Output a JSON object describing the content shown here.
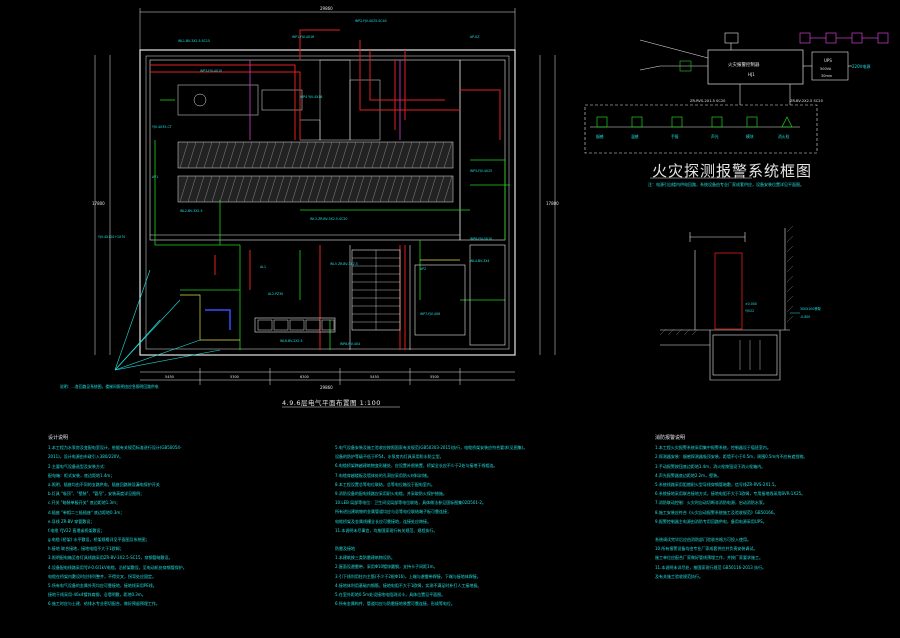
{
  "drawing": {
    "plan_title": "4.9.6层电气平面布置图 1:100",
    "fire_system_title": "火灾探测报警系统框图",
    "fire_system_note": "注：电源引自楼内供电回路，系统设备由专业厂家成套供应，设备安装位置详见平面图。",
    "top_dimension": "29860",
    "bottom_dimension": "29860",
    "left_dimension": "17800",
    "right_dimension": "17800",
    "bottom_segments": [
      "5450",
      "5300",
      "6300",
      "5450",
      "5500"
    ],
    "controller_label": "火灾报警控制器",
    "controller_sub": "HJ1",
    "ups_label": "UPS",
    "ups_sub": "500VA",
    "ups_time": "30min",
    "power_label": "220V电源",
    "fire_bus_label": "ZR-RVS-2X1.5 SC20",
    "fire_bus_label2": "ZR-BV-2X2.5 SC20",
    "device_labels": [
      "烟感",
      "温感",
      "手报",
      "声光",
      "模块",
      "消火栓"
    ],
    "legend_annotation": "说明：...各回路见系统图，楼梯间照明由应急照明回路供电"
  },
  "notes": {
    "col1_title": "设计说明",
    "col1": [
      "1.本工程为水泵房及变配电室设计，依据有关规范标准进行设计(GB50054-",
      "  2011)，设计电源由市政引入380/220V。",
      "2.主要电气设备选型及安装方式：",
      "  配电箱：柜式安装，底边距地1.4m；",
      "  a.照明、插座均由不同的支路供电，插座回路装设漏电保护开关",
      "  b.灯具 \"吸顶\"、\"壁装\"、\"管吊\"，安装高度详见图例；",
      "  c.开关 \"暗装单极开关\" 底边距地1.3m；",
      "  d.插座 \"单相二三极插座\" 底边距地0.3m；",
      "  e.导线 ZR-BV 穿管敷设；",
      "  f.电缆 YJV22 直埋或桥架敷设；",
      "  g.电缆 (桥架) 水平敷设，桥架规格详见平面图及系统图；",
      "  h.接地 联合接地，接地电阻不大于1欧姆；",
      "3.照明配电箱至各灯具线路采用ZR-BV-3X2.5-SC15，穿钢管暗敷设。",
      "4.设备配电线路采用YJV-0.6/1kV电缆，沿桥架敷设，至电动机处穿钢管保护。",
      "  电缆在桥架内敷设时应排列整齐，不得交叉，拐弯处应固定。",
      "5.所有电气设备的金属外壳均应可靠接地，接地线采用PE线。",
      "  接地干线采用-40x4镀锌扁钢，沿墙明敷，距地0.3m。",
      "6.施工时应与土建、给排水专业密切配合，做好预留预埋工作。"
    ],
    "col2": [
      "5.电气设备安装及施工验收应按照国家有关规范(GB50303-2015)执行，电缆桥架安装应符合要求(见图集)。",
      "  设备的防护等级不低于IP54，水泵房内灯具采用防水防尘型。",
      "6.电缆桥架跨越建筑物变形缝处，应设置补偿装置，桥架全长应不少于2处与接地干线相连。",
      "7.电缆穿越楼板及墙体处的孔洞应采用防火材料封堵。",
      "8.本工程设置总等电位联结，总等电位箱设于配电室内。",
      "9.消防设备的配电线路应采用耐火电缆，并采取防火保护措施。",
      "10.LEB 局部等电位：卫生间设局部等电位联结，具体做法参见国标图集02D501-2。",
      "  所有进出建筑物的金属管道均应与总等电位联结端子板可靠连接；",
      "  电缆桥架及金属线槽全长应可靠接地，连接处应跨接。",
      "11.本说明未尽事宜，均按国家现行有关规范、规程执行。",
      "",
      "防雷及接地",
      "1.本建筑按三类防雷建筑物设防。",
      "2.屋面设避雷带，采用Φ10镀锌圆钢，支持卡子间距1m。",
      "3.引下线利用柱内主筋(不少于2根Φ16)，上端与避雷带焊接，下端与接地体焊接。",
      "4.接地体利用基础内钢筋，接地电阻不大于1欧姆，实测不满足时补打人工接地极。",
      "5.在室外距地0.5m处设接地电阻测试卡，具体位置见平面图。",
      "6.所有金属构件、管道均应与防雷接地装置可靠连接，形成等电位。"
    ],
    "col3_title": "消防报警说明",
    "col3": [
      "1.本工程火灾报警系统采用集中报警系统，控制器设于值班室内。",
      "2.探测器安装：烟感探测器吸顶安装，距墙不小于0.5m，周围0.5m内不应有遮挡物。",
      "3.手动报警按钮底边距地1.4m，消火栓按钮设于消火栓箱内。",
      "4.声光报警器底边距地2.2m，壁装。",
      "5.系统线路采用阻燃耐火型导线穿钢管暗敷，信号线ZR-RVS-2X1.5。",
      "6.系统接地采用联合接地方式，接地电阻不大于1欧姆，专用接地线采用BVR-1X25。",
      "7.消防联动控制：火灾时自动切断非消防电源，启动消防水泵。",
      "8.施工安装应符合《火灾自动报警系统施工及验收规范》GB50166。",
      "9.报警控制器主电源由消防专用回路供电，备用电源采用UPS。",
      "",
      "  系统调试完毕后应由消防部门验收合格方可投入使用。",
      "10.所有报警设备均由专业厂家成套供应并负责安装调试。",
      "  施工单位应配合厂家做好管线预埋工作，并按厂家要求施工。",
      "11.本说明未详尽处，按国家现行规范 GB50116-2013 执行。",
      "  及有关施工验收规范执行。"
    ]
  },
  "colors": {
    "background": "#000000",
    "cyan": "#22e0e0",
    "white": "#e6e6e6",
    "red": "#e02020",
    "green": "#20d020",
    "magenta": "#d040d0",
    "yellow": "#e0e040",
    "blue": "#3050ff"
  }
}
